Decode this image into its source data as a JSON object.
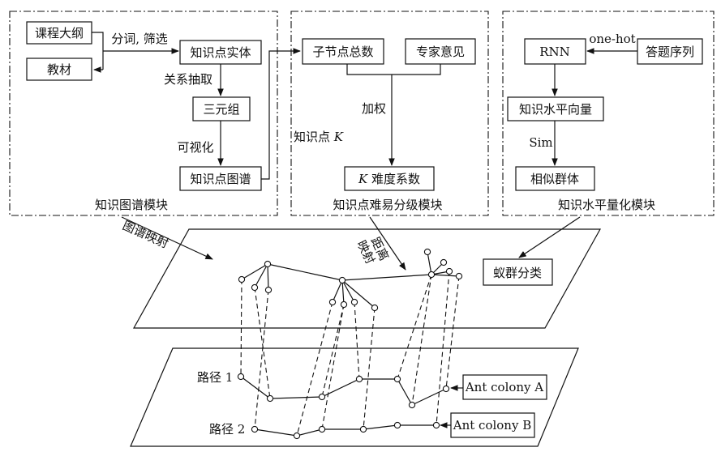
{
  "modules": {
    "kg_module_label": "知识图谱模块",
    "difficulty_module_label": "知识点难易分级模块",
    "level_module_label": "知识水平量化模块"
  },
  "kg": {
    "syllabus": "课程大纲",
    "textbook": "教材",
    "seg_filter": "分词, 筛选",
    "entity": "知识点实体",
    "relation_extract": "关系抽取",
    "triple": "三元组",
    "visualize": "可视化",
    "graph": "知识点图谱"
  },
  "difficulty": {
    "child_total": "子节点总数",
    "expert": "专家意见",
    "weighting": "加权",
    "kp_k_prefix": "知识点",
    "k_var": "K",
    "k_coef_var": "K",
    "k_coef_suffix": " 难度系数"
  },
  "level": {
    "rnn": "RNN",
    "onehot": "one-hot",
    "answer_seq": "答题序列",
    "level_vector": "知识水平向量",
    "sim": "Sim",
    "similar_group": "相似群体"
  },
  "mapping": {
    "graph_mapping": "图谱映射",
    "distance_mapping_1": "距离",
    "distance_mapping_2": "映射",
    "ant_classify": "蚁群分类"
  },
  "paths": {
    "path1": "路径 1",
    "path2": "路径 2",
    "colony_a": "Ant colony A",
    "colony_b": "Ant colony B"
  }
}
